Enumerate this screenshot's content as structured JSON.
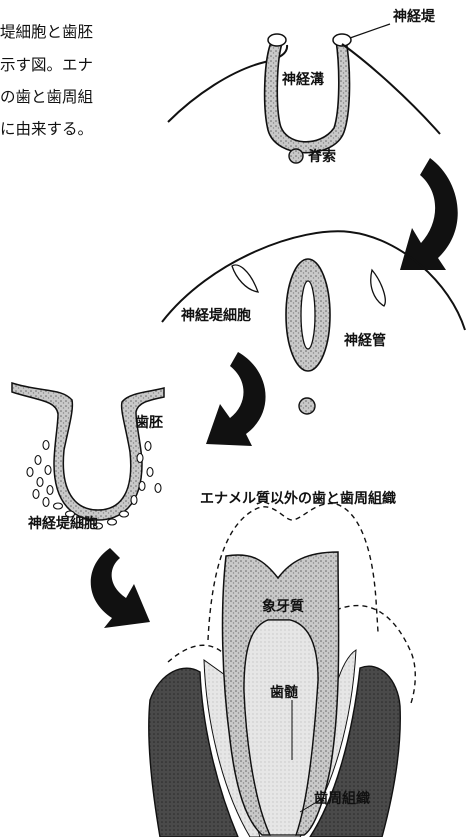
{
  "caption": {
    "line1": "堤細胞と歯胚",
    "line2": "示す図。エナ",
    "line3": "の歯と歯周組",
    "line4": "に由来する。"
  },
  "labels": {
    "neural_crest": "神経堤",
    "neural_groove": "神経溝",
    "notochord": "脊索",
    "neural_crest_cells_1": "神経堤細胞",
    "neural_tube": "神経管",
    "tooth_germ": "歯胚",
    "neural_crest_cells_2": "神経堤細胞",
    "derived_title": "エナメル質以外の歯と歯周組織",
    "dentin": "象牙質",
    "pulp": "歯髄",
    "periodontium": "歯周組織"
  }
}
